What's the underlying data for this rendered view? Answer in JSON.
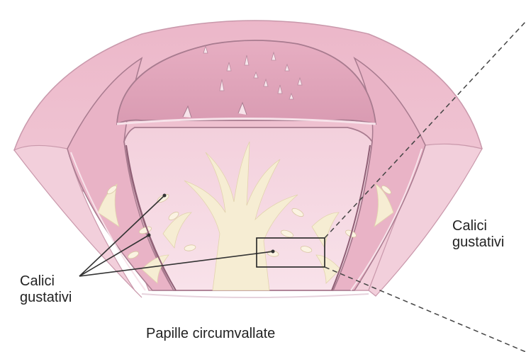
{
  "labels": {
    "taste_buds_left": {
      "line1": "Calici",
      "line2": "gustativi"
    },
    "taste_buds_right": {
      "line1": "Calici",
      "line2": "gustativi"
    },
    "title": "Papille circumvallate"
  },
  "colors": {
    "tissue_pink": "#eab3c6",
    "tissue_light": "#f6dbe4",
    "tissue_dark": "#c98aa3",
    "connective_cream": "#f5ecd2",
    "outline": "#a87b8f",
    "leader_line": "#333333",
    "dashed_line": "#444444"
  }
}
